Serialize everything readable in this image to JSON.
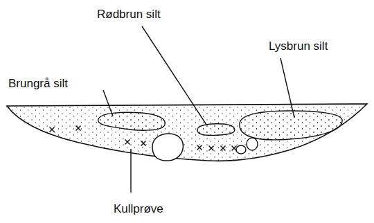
{
  "diagram": {
    "labels": [
      "Brungrå silt",
      "Rødbrun silt",
      "Lysbrun silt",
      "Kullprøve"
    ]
  }
}
